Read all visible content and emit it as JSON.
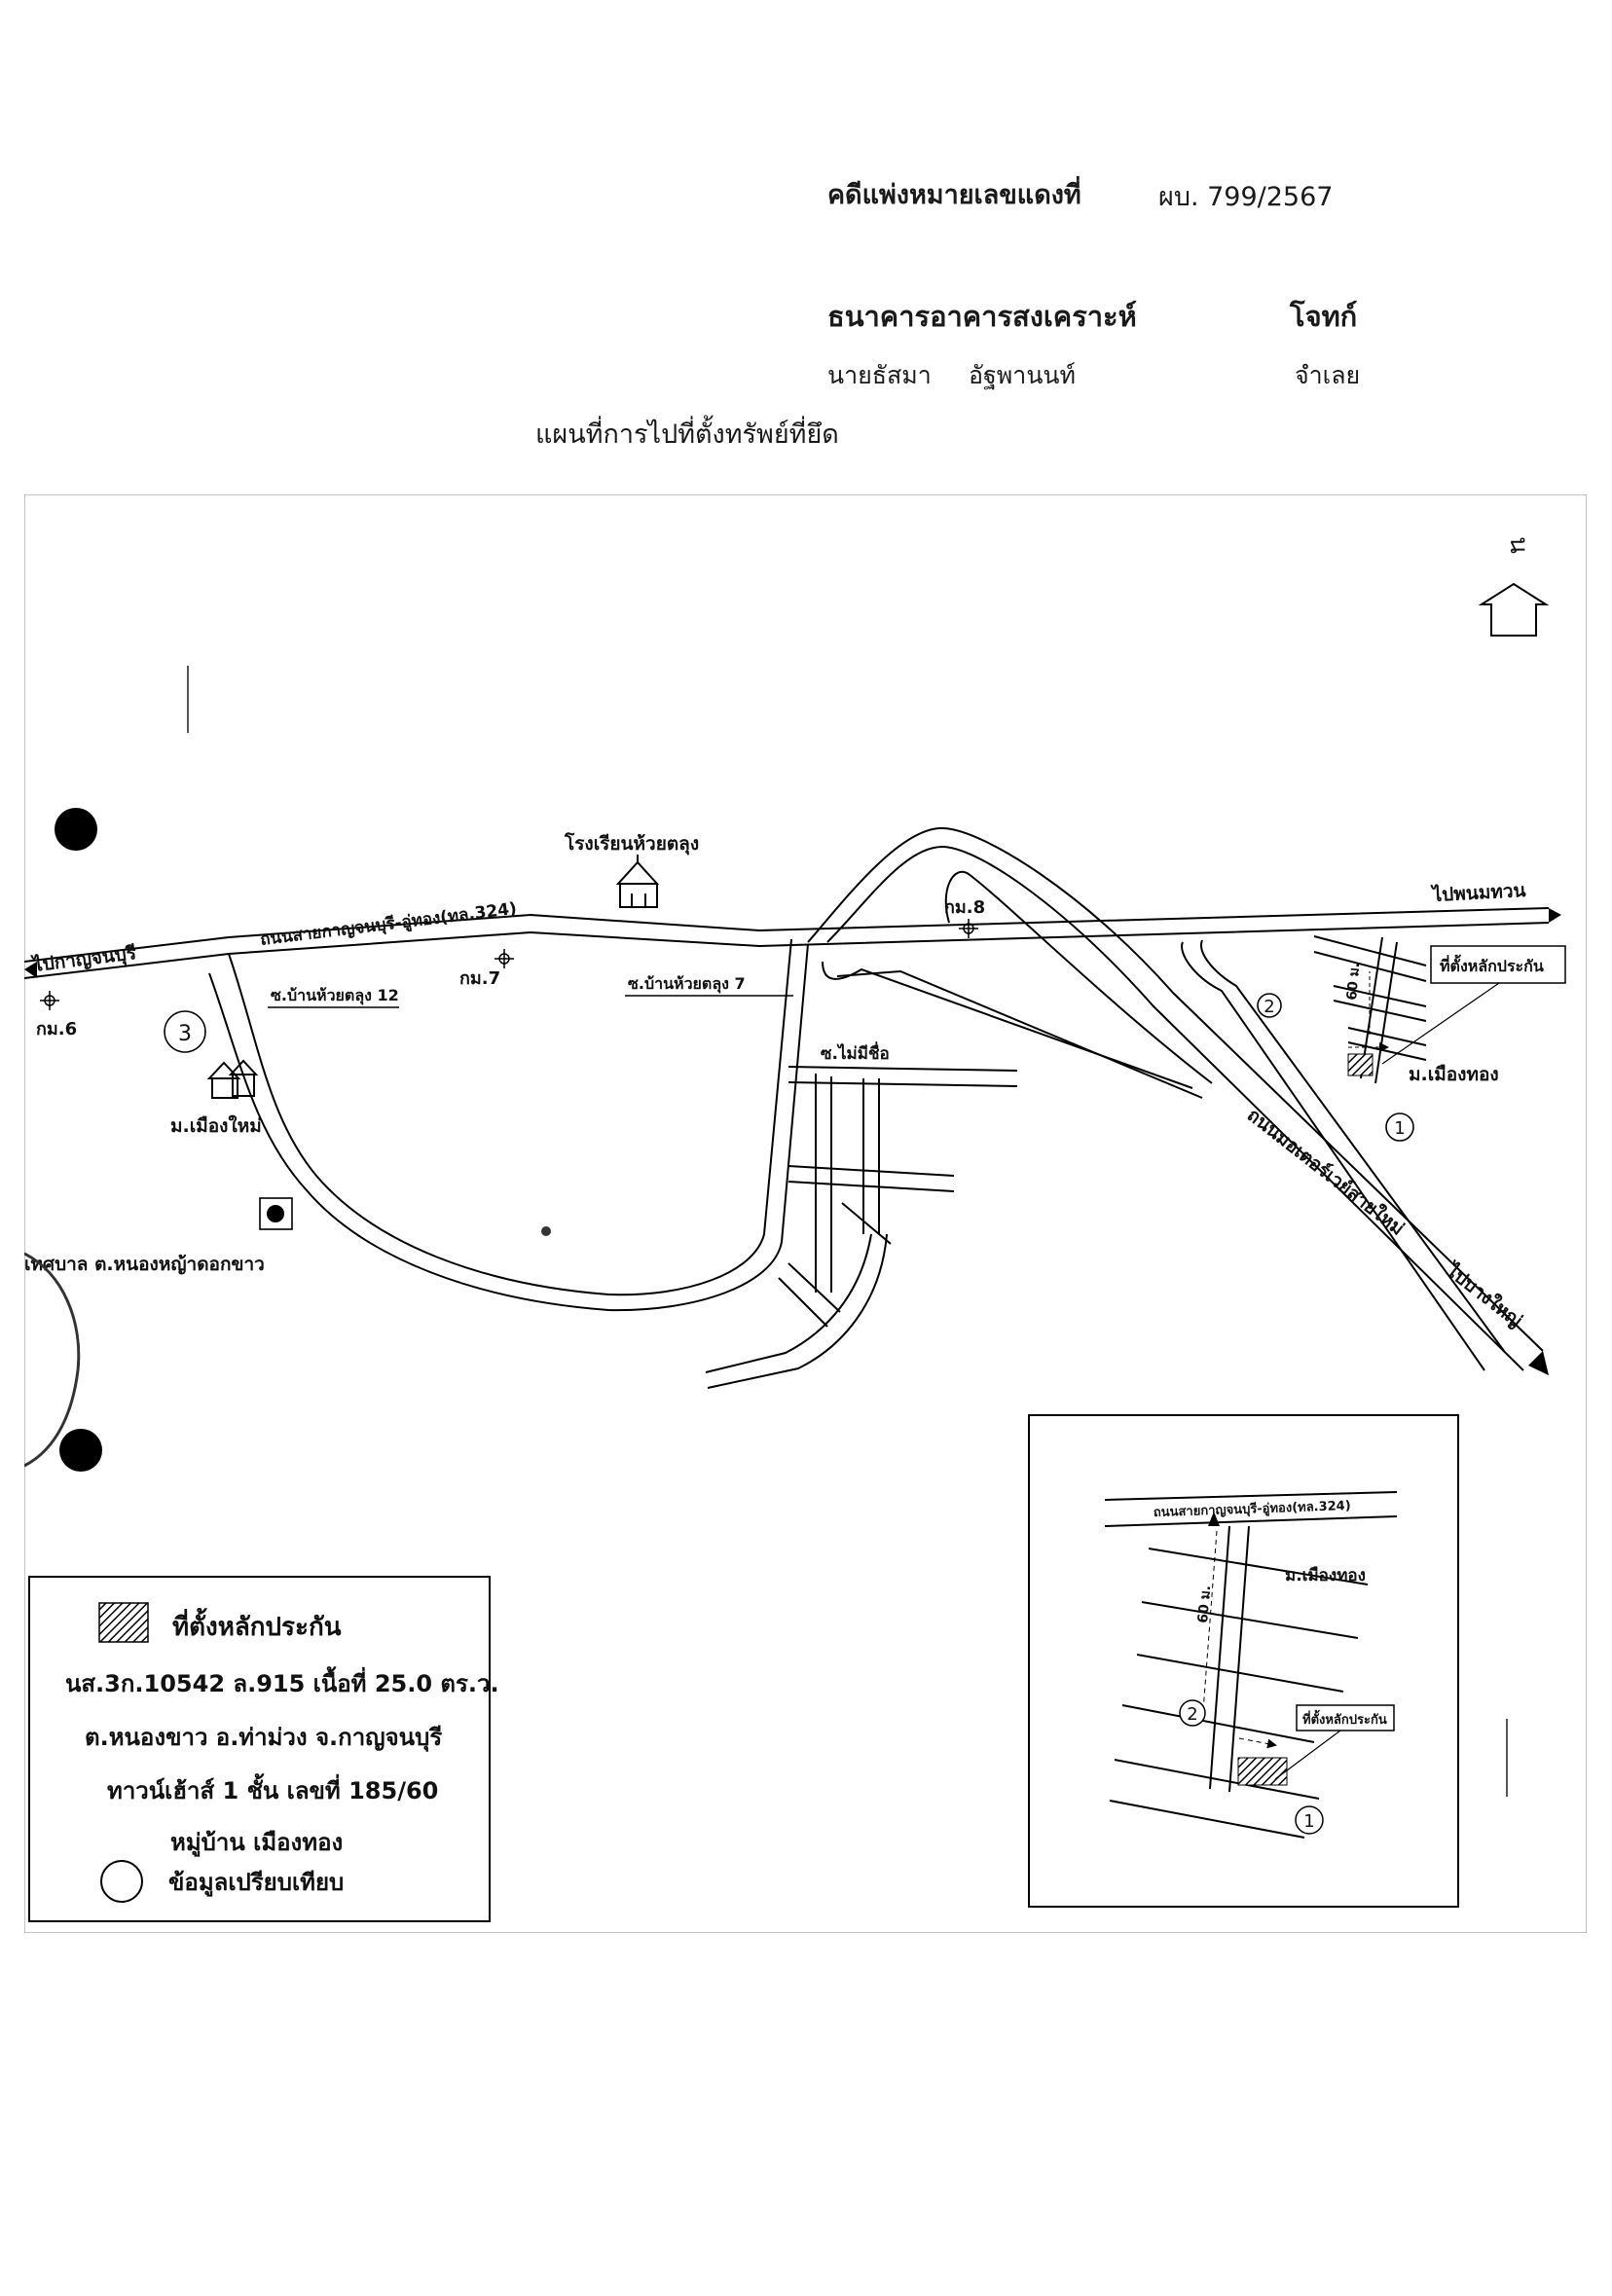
{
  "header": {
    "case_label": "คดีแพ่งหมายเลขแดงที่",
    "case_number": "ผบ. 799/2567",
    "plaintiff_name": "ธนาคารอาคารสงเคราะห์",
    "plaintiff_role": "โจทก์",
    "defendant_first": "นายธัสมา",
    "defendant_last": "อัฐพานนท์",
    "defendant_role": "จำเลย",
    "map_title": "แผนที่การไปที่ตั้งทรัพย์ที่ยึด"
  },
  "map": {
    "north": "น",
    "to_kanchanaburi": "ไปกาญจนบุรี",
    "main_road": "ถนนสายกาญจนบุรี-อู่ทอง(ทล.324)",
    "to_phanom_thuan": "ไปพนมทวน",
    "school": "โรงเรียนห้วยตลุง",
    "km6": "กม.6",
    "km7": "กม.7",
    "km8": "กม.8",
    "soi12": "ซ.บ้านห้วยตลุง 12",
    "soi7": "ซ.บ้านห้วยตลุง 7",
    "soi_noname": "ซ.ไม่มีชื่อ",
    "village_new": "ม.เมืองใหม่",
    "municipality": "เทศบาล ต.หนองหญ้าดอกขาว",
    "motorway": "ถนนมอเตอร์เวย์สายใหม่",
    "to_bang_yai": "ไปบางใหญ่",
    "collateral_label": "ที่ตั้งหลักประกัน",
    "village_thong": "ม.เมืองทอง",
    "distance": "60 ม.",
    "marker1": "1",
    "marker2": "2",
    "marker3": "3"
  },
  "inset": {
    "road": "ถนนสายกาญจนบุรี-อู่ทอง(ทล.324)",
    "village": "ม.เมืองทอง",
    "distance": "60 ม.",
    "collateral_label": "ที่ตั้งหลักประกัน",
    "marker1": "1",
    "marker2": "2"
  },
  "legend": {
    "collateral": "ที่ตั้งหลักประกัน",
    "line1": "นส.3ก.10542 ล.915 เนื้อที่ 25.0 ตร.ว.",
    "line2": "ต.หนองขาว อ.ท่าม่วง จ.กาญจนบุรี",
    "line3": "ทาวน์เฮ้าส์ 1 ชั้น เลขที่ 185/60",
    "line4": "หมู่บ้าน เมืองทอง",
    "compare": "ข้อมูลเปรียบเทียบ"
  }
}
